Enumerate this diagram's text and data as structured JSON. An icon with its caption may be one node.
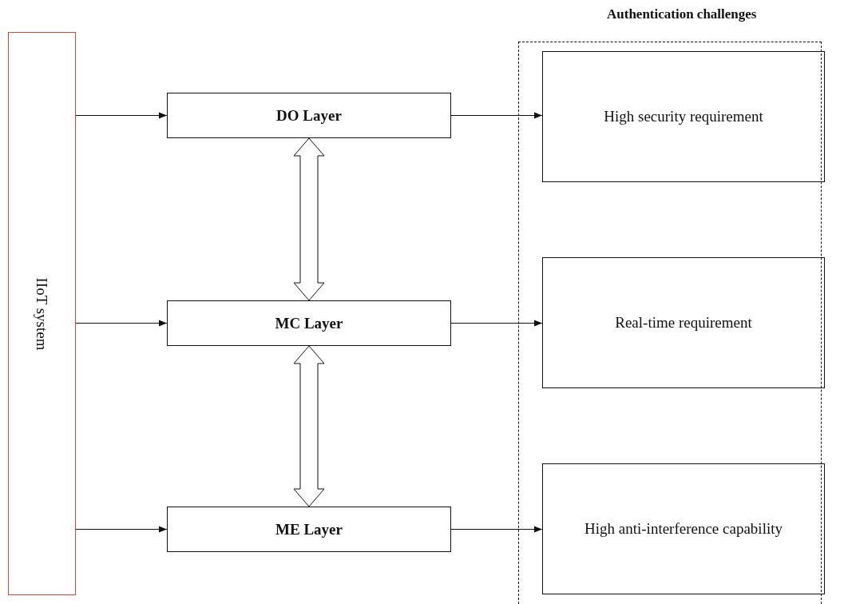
{
  "diagram": {
    "nodes": [
      {
        "text": [
          "IIoT system"
        ]
      },
      {
        "text": [
          "DO Layer"
        ]
      },
      {
        "text": [
          "MC Layer"
        ]
      },
      {
        "text": [
          "ME Layer"
        ]
      },
      {
        "text": [
          "Authentication challenges"
        ]
      },
      {
        "text": [
          "High security requirement"
        ],
        "in": 4
      },
      {
        "text": [
          "Real-time requirement"
        ],
        "in": 4
      },
      {
        "text": [
          "High anti-interference capability"
        ],
        "in": 4
      }
    ],
    "edges": [
      {
        "from": 0,
        "to": 1,
        "arrow": "to"
      },
      {
        "from": 0,
        "to": 2,
        "arrow": "to"
      },
      {
        "from": 0,
        "to": 3,
        "arrow": "to"
      },
      {
        "from": 1,
        "to": 5,
        "arrow": "to"
      },
      {
        "from": 2,
        "to": 6,
        "arrow": "to"
      },
      {
        "from": 3,
        "to": 7,
        "arrow": "to"
      },
      {
        "from": 1,
        "to": 2,
        "arrow": "both",
        "style": "thick"
      },
      {
        "from": 2,
        "to": 3,
        "arrow": "both",
        "style": "thick"
      }
    ]
  }
}
